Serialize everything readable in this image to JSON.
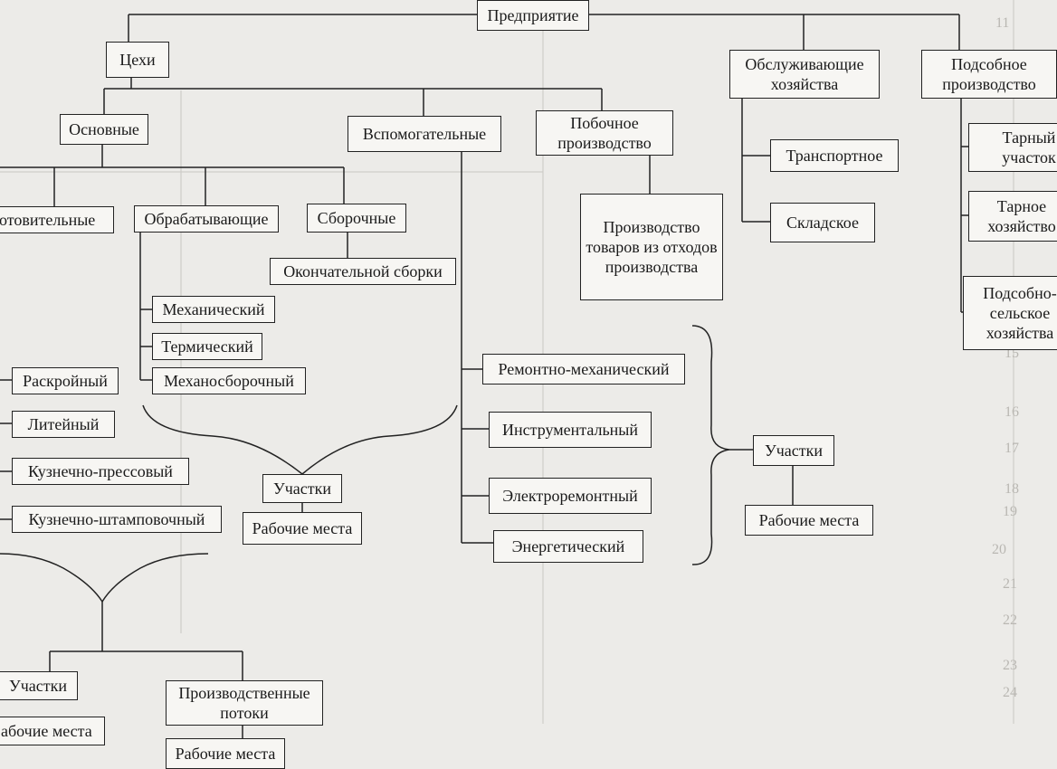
{
  "nodes": {
    "enterprise": "Предприятие",
    "shops": "Цехи",
    "main": "Основные",
    "auxiliary": "Вспомогательные",
    "side_production": "Побочное производство",
    "service_facilities": "Обслуживающие хозяйства",
    "subsidiary_production": "Подсобное производство",
    "procurement": "отовительные",
    "processing": "Обрабатывающие",
    "assembly": "Сборочные",
    "final_assembly": "Окончательной сборки",
    "mechanical": "Механический",
    "thermal": "Термический",
    "mech_assembly": "Механосборочный",
    "cutting": "Раскройный",
    "foundry": "Литейный",
    "forging_press": "Кузнечно-прессовый",
    "forging_stamp": "Кузнечно-штамповочный",
    "sections_mid": "Участки",
    "workplaces_mid": "Рабочие места",
    "sections_left": "Участки",
    "workplaces_left": "абочие места",
    "production_flows": "Производственные потоки",
    "workplaces_bottom": "Рабочие места",
    "repair_mech": "Ремонтно-механический",
    "tool": "Инструментальный",
    "electro_repair": "Электроремонтный",
    "energy": "Энергетический",
    "sections_right": "Участки",
    "workplaces_right": "Рабочие места",
    "waste_products": "Производство товаров из отходов производства",
    "transport": "Транспортное",
    "warehouse": "Складское",
    "tare_section": "Тарный участок",
    "tare_economy": "Тарное хозяйство",
    "agri_subsidiary": "Подсобно-сельское хозяйства"
  }
}
